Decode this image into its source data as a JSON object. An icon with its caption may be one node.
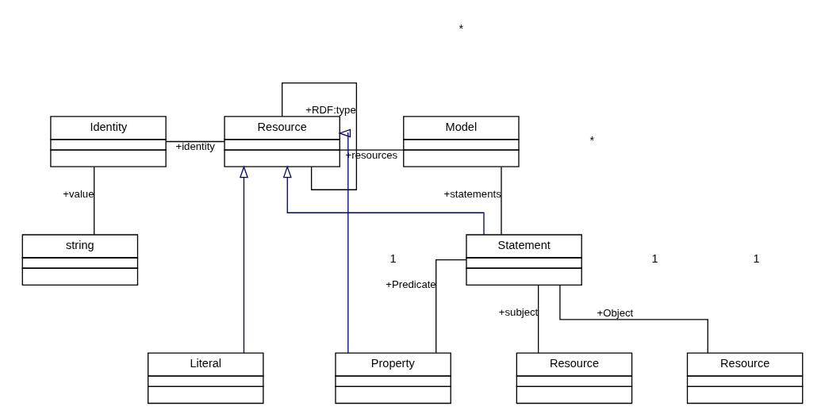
{
  "diagram": {
    "nodes": [
      {
        "text": [
          "Identity"
        ]
      },
      {
        "text": [
          "Resource"
        ]
      },
      {
        "text": [
          "Model"
        ]
      },
      {
        "text": [
          "string"
        ]
      },
      {
        "text": [
          "Statement"
        ]
      },
      {
        "text": [
          "Literal"
        ]
      },
      {
        "text": [
          "Property"
        ]
      },
      {
        "text": [
          "Resource"
        ]
      },
      {
        "text": [
          "Resource"
        ]
      }
    ],
    "edges": [
      {
        "from": 1,
        "to": 1,
        "arrow": "none",
        "label": "+RDF:type"
      },
      {
        "from": 0,
        "to": 1,
        "arrow": "none",
        "label": "+identity"
      },
      {
        "from": 1,
        "to": 2,
        "arrow": "none",
        "label": "+resources"
      },
      {
        "from": 0,
        "to": 3,
        "arrow": "none",
        "label": "+value"
      },
      {
        "from": 2,
        "to": 4,
        "arrow": "none",
        "label": "+statements"
      },
      {
        "from": 4,
        "to": 1,
        "arrow": "to",
        "color": "#000080"
      },
      {
        "from": 5,
        "to": 1,
        "arrow": "to",
        "color": "#000080"
      },
      {
        "from": 6,
        "to": 1,
        "arrow": "to",
        "color": "#000080"
      },
      {
        "from": 4,
        "to": 6,
        "arrow": "none",
        "label": "+Predicate"
      },
      {
        "from": 4,
        "to": 7,
        "arrow": "none",
        "label": "+subject"
      },
      {
        "from": 4,
        "to": 8,
        "arrow": "none",
        "label": "+Object"
      }
    ],
    "labels": [
      "*",
      "*",
      "1",
      "1",
      "1"
    ]
  }
}
